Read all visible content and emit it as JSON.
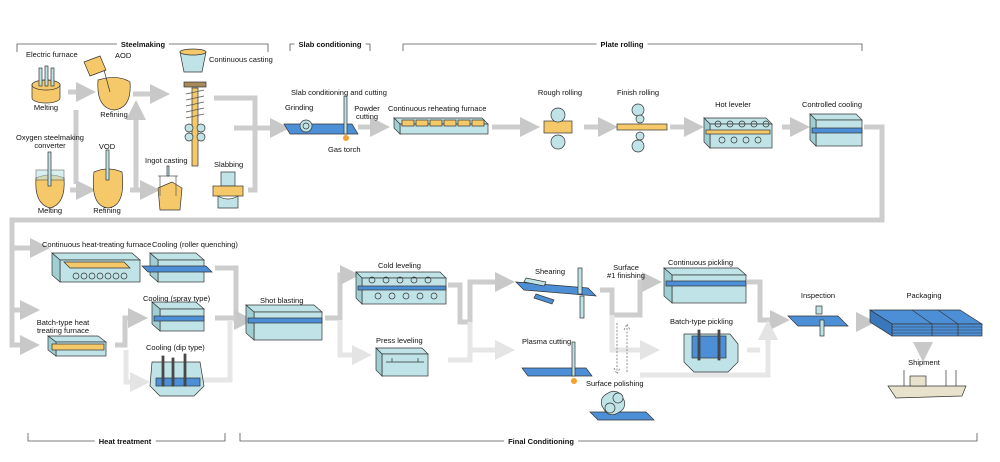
{
  "sections": {
    "steelmaking": "Steelmaking",
    "slab_conditioning": "Slab conditioning",
    "plate_rolling": "Plate rolling",
    "heat_treatment": "Heat treatment",
    "final_conditioning": "Final Conditioning"
  },
  "steps": {
    "electric_furnace": "Electric furnace",
    "aod": "AOD",
    "melting_1": "Melting",
    "refining_1": "Refining",
    "continuous_casting": "Continuous casting",
    "oxygen_converter": "Oxygen steelmaking\nconverter",
    "oxygen_converter_l1": "Oxygen steelmaking",
    "oxygen_converter_l2": "converter",
    "vod": "VOD",
    "melting_2": "Melting",
    "refining_2": "Refining",
    "ingot_casting": "Ingot casting",
    "slabbing": "Slabbing",
    "slab_cond_cutting": "Slab conditioning and cutting",
    "grinding": "Grinding",
    "powder_cutting_l1": "Powder",
    "powder_cutting_l2": "cutting",
    "gas_torch": "Gas torch",
    "reheating_furnace": "Continuous reheating furnace",
    "rough_rolling": "Rough rolling",
    "finish_rolling": "Finish rolling",
    "hot_leveler": "Hot leveler",
    "controlled_cooling": "Controlled cooling",
    "cont_heat_treat": "Continuous heat-treating furnace",
    "cooling_roller": "Cooling (roller quenching)",
    "cooling_spray": "Cooling (spray type)",
    "batch_heat_l1": "Batch-type heat",
    "batch_heat_l2": "treating furnace",
    "cooling_dip": "Cooling (dip type)",
    "shot_blasting": "Shot blasting",
    "cold_leveling": "Cold leveling",
    "press_leveling": "Press leveling",
    "shearing": "Shearing",
    "surface_finishing_l1": "Surface",
    "surface_finishing_l2": "#1 finishing",
    "plasma_cutting": "Plasma cutting",
    "surface_polishing": "Surface polishing",
    "continuous_pickling": "Continuous pickling",
    "batch_pickling": "Batch-type pickling",
    "inspection": "Inspection",
    "packaging": "Packaging",
    "shipment": "Shipment"
  },
  "colors": {
    "steel_yellow": "#f5c96a",
    "cyan_body": "#bfe3e6",
    "plate_blue": "#4d8fd6",
    "flow_gray": "#cccccc",
    "flow_light": "#e6e6e6",
    "outline": "#333333"
  }
}
